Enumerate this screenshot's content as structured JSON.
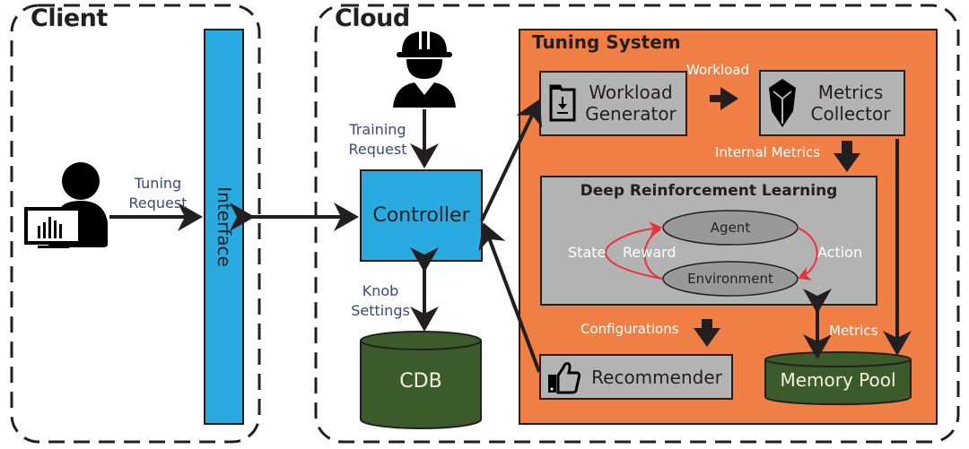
{
  "regions": {
    "client_title": "Client",
    "cloud_title": "Cloud",
    "tuning_system_title": "Tuning System"
  },
  "client": {
    "user_icon": "user-at-computer-icon",
    "tuning_request_label": [
      "Tuning",
      "Request"
    ],
    "interface_label": "Interface"
  },
  "cloud": {
    "engineer_icon": "engineer-hardhat-icon",
    "training_request_label": [
      "Training",
      "Request"
    ],
    "controller_label": "Controller",
    "knob_settings_label": [
      "Knob",
      "Settings"
    ],
    "cdb_label": "CDB"
  },
  "tuning_system": {
    "workload_generator": {
      "label": [
        "Workload",
        "Generator"
      ],
      "icon": "download-document-icon"
    },
    "metrics_collector": {
      "label": [
        "Metrics",
        "Collector"
      ],
      "icon": "shield-collector-icon"
    },
    "workload_edge_label": "Workload",
    "internal_metrics_label": "Internal Metrics",
    "drl": {
      "title": "Deep Reinforcement Learning",
      "agent_label": "Agent",
      "environment_label": "Environment",
      "state_label": "State",
      "reward_label": "Reward",
      "action_label": "Action"
    },
    "configurations_label": "Configurations",
    "metrics_label": "Metrics",
    "recommender": {
      "label": "Recommender",
      "icon": "thumbs-up-icon"
    },
    "memory_pool_label": "Memory Pool"
  },
  "colors": {
    "interface_blue": "#29abe2",
    "controller_blue": "#29abe2",
    "tuning_orange": "#f07f45",
    "module_gray": "#b3b3b3",
    "db_green": "#3b5b2b",
    "arrow_dark": "#231f20",
    "rl_red": "#e8323c"
  }
}
